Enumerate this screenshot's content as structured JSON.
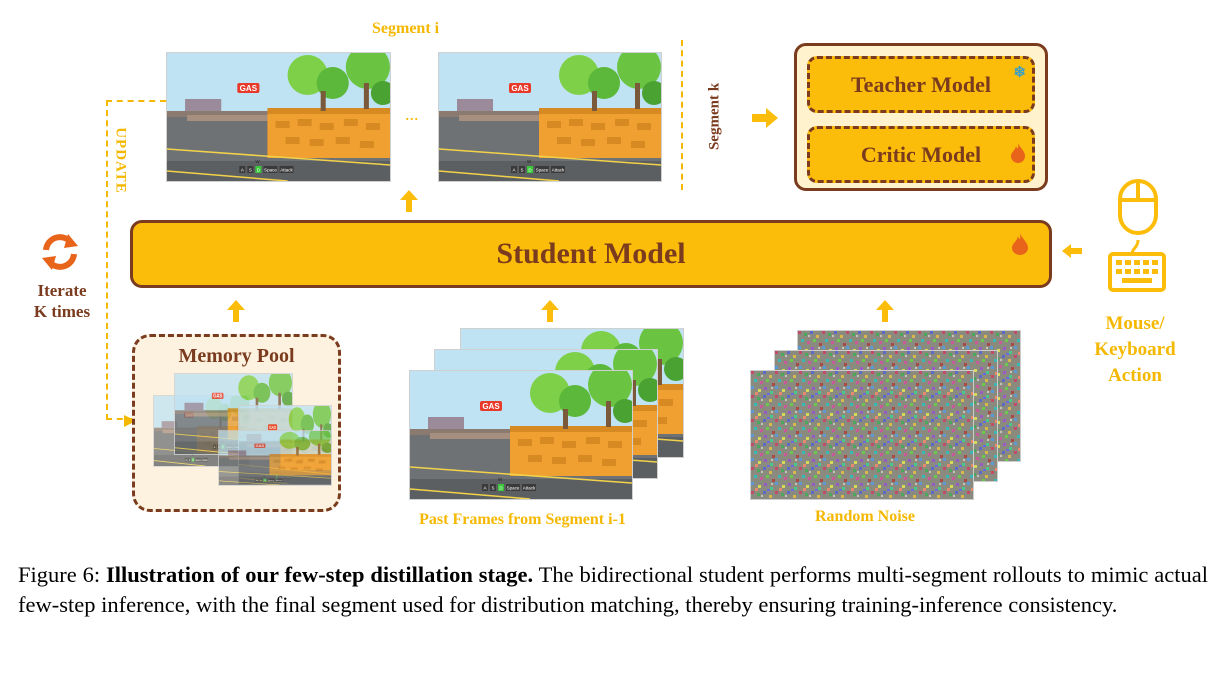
{
  "labels": {
    "segment_i": "Segment i",
    "segment_k": "Segment k",
    "ellipsis": "...",
    "update": "UPDATE",
    "iterate": "Iterate\nK times",
    "teacher": "Teacher Model",
    "critic": "Critic Model",
    "student": "Student Model",
    "memory_pool": "Memory Pool",
    "past_frames": "Past Frames from Segment i-1",
    "random_noise": "Random Noise",
    "mouse_keyboard": "Mouse/\nKeyboard\nAction"
  },
  "game_text": {
    "sign": "GAS",
    "keys": [
      "A",
      "S",
      "D",
      "Space",
      "Attack"
    ],
    "key_w": "W"
  },
  "caption": {
    "prefix": "Figure 6: ",
    "bold": "Illustration of our few-step distillation stage.",
    "rest": " The bidirectional student performs multi-segment rollouts to mimic actual few-step inference, with the final segment used for distribution matching, thereby ensuring training-inference consistency."
  },
  "colors": {
    "accent": "#fcbd0a",
    "label_orange": "#f5b800",
    "brown": "#7a3b1e",
    "icon_orange": "#e8641a"
  }
}
